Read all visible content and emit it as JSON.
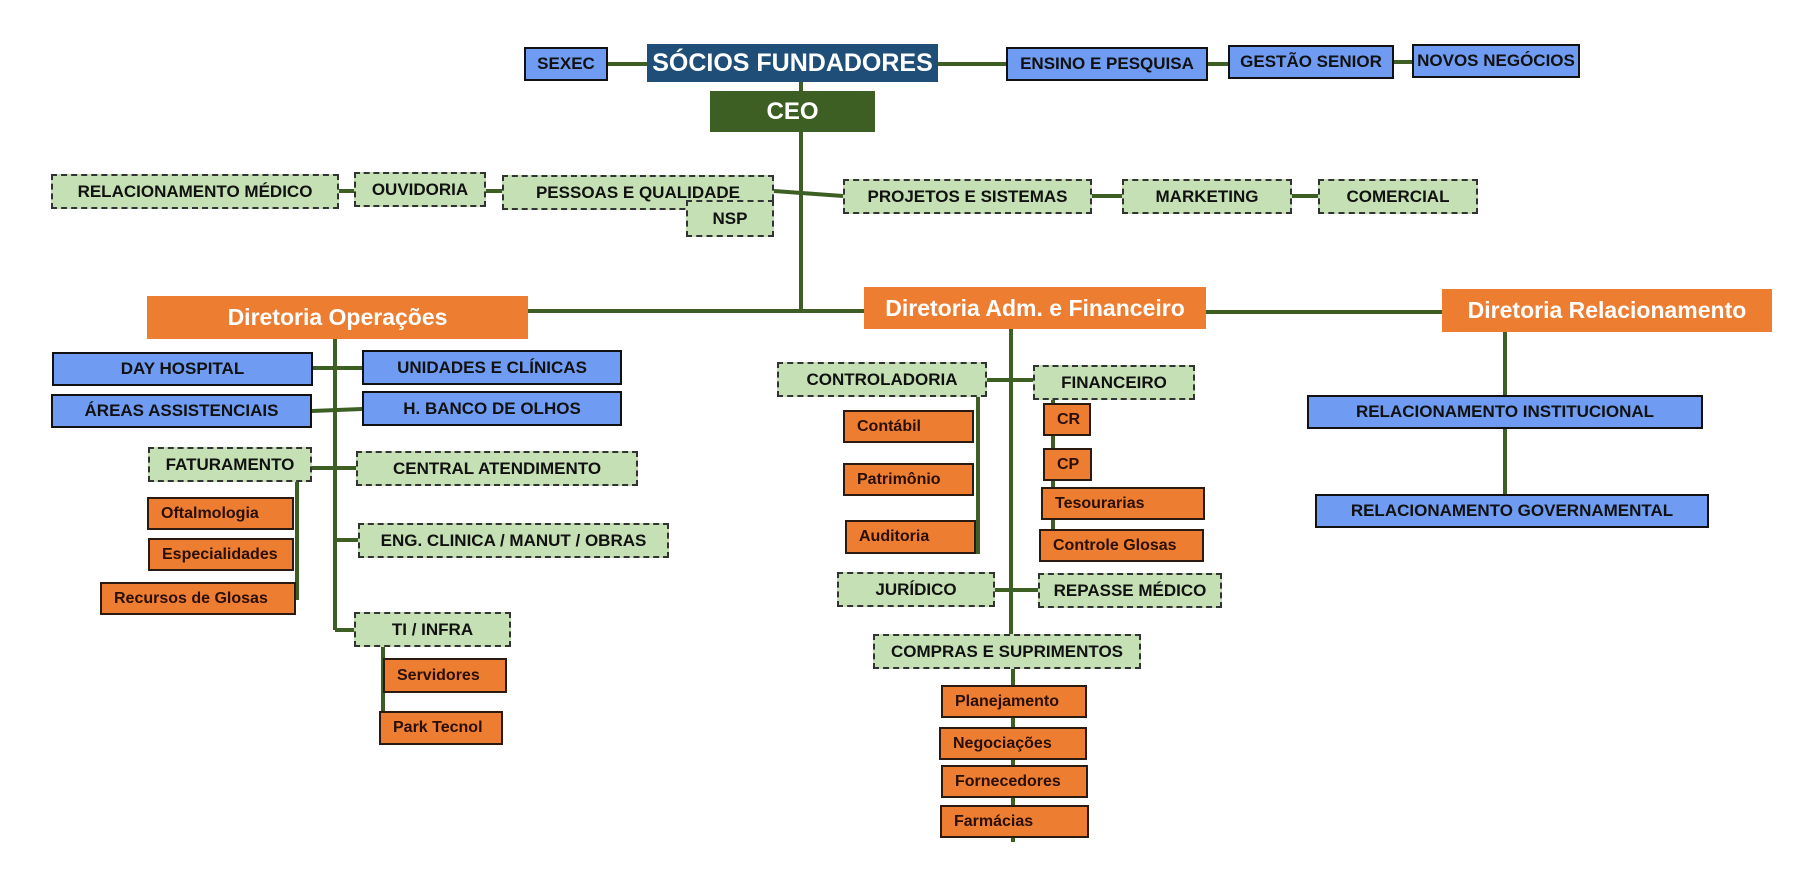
{
  "colors": {
    "top": "#1f4e79",
    "ceo": "#3e5f24",
    "connector": "#3e5f24",
    "blue_box": "#6f9cf2",
    "green_box": "#c5e0b4",
    "directorate": "#ed7d31",
    "sub_unit": "#ed7d31"
  },
  "top": {
    "socios": "SÓCIOS FUNDADORES",
    "ceo": "CEO",
    "left": [
      "SEXEC"
    ],
    "right": [
      "ENSINO E PESQUISA",
      "GESTÃO SENIOR",
      "NOVOS NEGÓCIOS"
    ]
  },
  "staff": {
    "left": [
      "RELACIONAMENTO MÉDICO",
      "OUVIDORIA",
      "PESSOAS E QUALIDADE"
    ],
    "nsp": "NSP",
    "right": [
      "PROJETOS E SISTEMAS",
      "MARKETING",
      "COMERCIAL"
    ]
  },
  "operacoes": {
    "title": "Diretoria Operações",
    "units": [
      "DAY HOSPITAL",
      "UNIDADES E CLÍNICAS",
      "ÁREAS ASSISTENCIAIS",
      "H. BANCO DE OLHOS"
    ],
    "faturamento": {
      "label": "FATURAMENTO",
      "children": [
        "Oftalmologia",
        "Especialidades",
        "Recursos de Glosas"
      ]
    },
    "central": "CENTRAL ATENDIMENTO",
    "eng": "ENG. CLINICA / MANUT / OBRAS",
    "ti": {
      "label": "TI / INFRA",
      "children": [
        "Servidores",
        "Park Tecnol"
      ]
    }
  },
  "admfin": {
    "title": "Diretoria Adm. e Financeiro",
    "controladoria": {
      "label": "CONTROLADORIA",
      "children": [
        "Contábil",
        "Patrimônio",
        "Auditoria"
      ]
    },
    "financeiro": {
      "label": "FINANCEIRO",
      "children": [
        "CR",
        "CP",
        "Tesourarias",
        "Controle Glosas"
      ]
    },
    "juridico": "JURÍDICO",
    "repasse": "REPASSE MÉDICO",
    "compras": {
      "label": "COMPRAS E SUPRIMENTOS",
      "children": [
        "Planejamento",
        "Negociações",
        "Fornecedores",
        "Farmácias"
      ]
    }
  },
  "relacionamento": {
    "title": "Diretoria Relacionamento",
    "units": [
      "RELACIONAMENTO INSTITUCIONAL",
      "RELACIONAMENTO GOVERNAMENTAL"
    ]
  }
}
